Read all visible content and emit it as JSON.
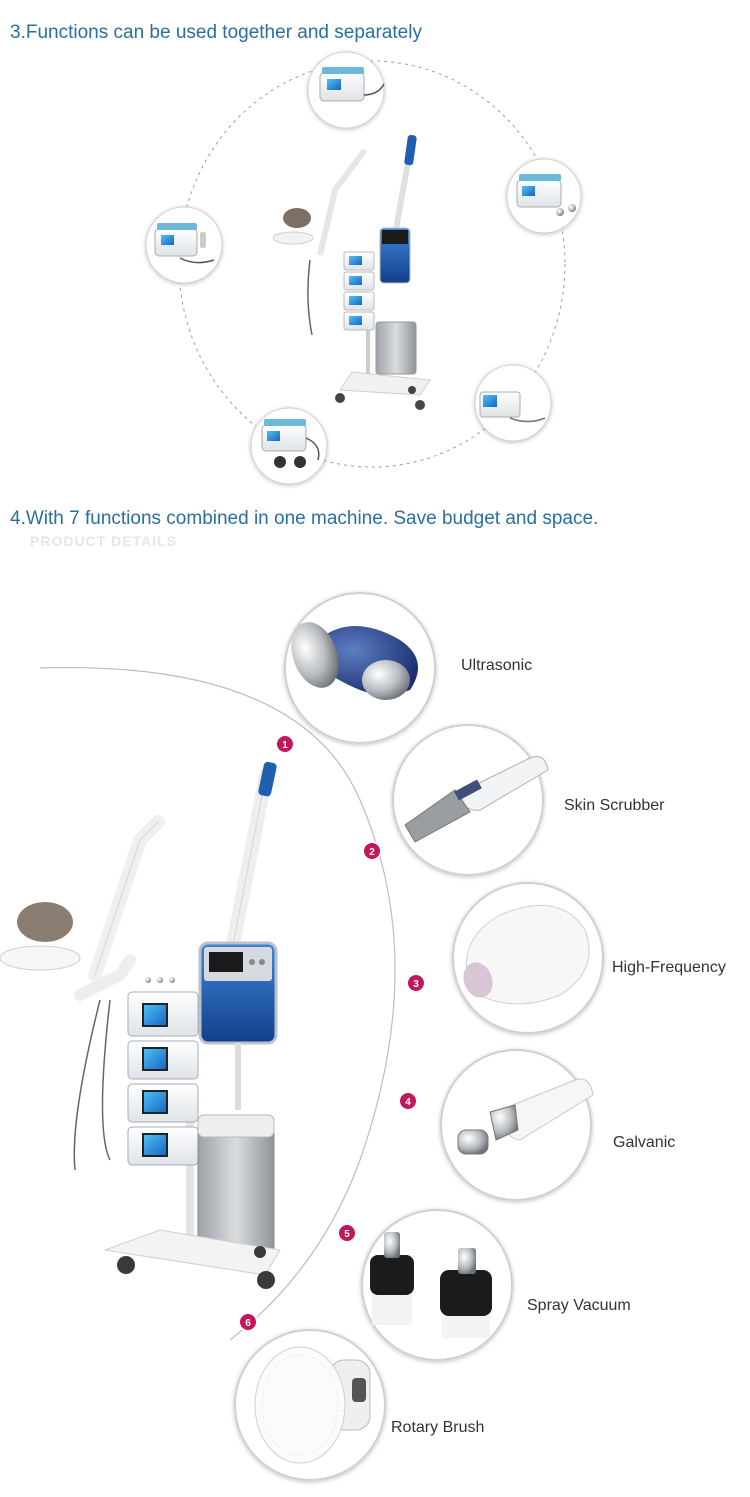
{
  "section1": {
    "heading": "3.Functions can be used together and separately"
  },
  "section2": {
    "heading": "4.With 7 functions combined in one machine. Save budget and space.",
    "watermark": "PRODUCT DETAILS",
    "features": [
      {
        "number": "1",
        "label": "Ultrasonic"
      },
      {
        "number": "2",
        "label": "Skin Scrubber"
      },
      {
        "number": "3",
        "label": "High-Frequency"
      },
      {
        "number": "4",
        "label": "Galvanic"
      },
      {
        "number": "5",
        "label": "Spray Vacuum"
      },
      {
        "number": "6",
        "label": "Rotary Brush"
      }
    ]
  },
  "colors": {
    "heading": "#2a6f9e",
    "badge": "#c2185b",
    "label": "#333333",
    "device_blue": "#1f5fb0",
    "ring_line": "#bdbdbd"
  }
}
